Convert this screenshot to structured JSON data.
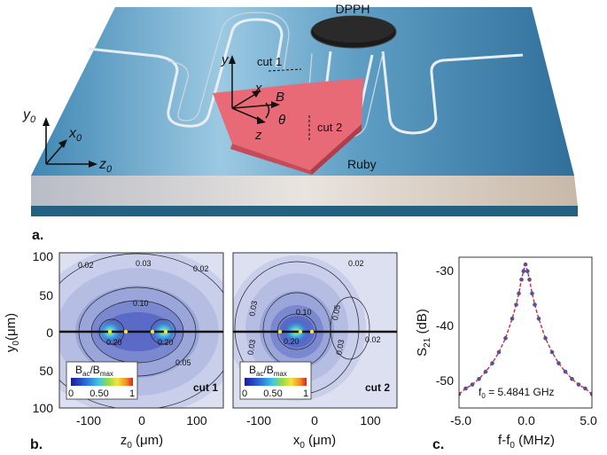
{
  "panel_a": {
    "label": "a.",
    "dpph_label": "DPPH",
    "ruby_label": "Ruby",
    "cut1_label": "cut 1",
    "cut2_label": "cut 2",
    "axis_y0": "y",
    "axis_y0_sub": "0",
    "axis_x0": "x",
    "axis_x0_sub": "0",
    "axis_z0": "z",
    "axis_z0_sub": "0",
    "axis_y": "y",
    "axis_x": "x",
    "axis_z": "z",
    "axis_B": "B",
    "axis_theta": "θ"
  },
  "panel_b": {
    "label": "b.",
    "ylabel_main": "y",
    "ylabel_sub": "0",
    "ylabel_unit": "(μm)",
    "yticks": [
      "100",
      "50",
      "0",
      "50",
      "100"
    ],
    "left": {
      "cut_label": "cut 1",
      "xlabel_main": "z",
      "xlabel_sub": "0",
      "xlabel_unit": "(μm)",
      "xticks": [
        "-100",
        "0",
        "100"
      ],
      "contours": [
        "0.02",
        "0.03",
        "0.02",
        "0.10",
        "0.20",
        "0.20",
        "0.05"
      ]
    },
    "right": {
      "cut_label": "cut 2",
      "xlabel_main": "x",
      "xlabel_sub": "0",
      "xlabel_unit": "(μm)",
      "xticks": [
        "-100",
        "0",
        "100"
      ],
      "contours": [
        "0.02",
        "0.03",
        "0.10",
        "0.05",
        "0.20",
        "0.03",
        "0.02",
        "0.03"
      ]
    },
    "colorbar": {
      "title_main": "B",
      "title_sub1": "ac",
      "title_sep": "/B",
      "title_sub2": "max",
      "tick_min": "0",
      "tick_mid": "0.50",
      "tick_max": "1"
    }
  },
  "panel_c": {
    "label": "c.",
    "ylabel_main": "S",
    "ylabel_sub": "21",
    "ylabel_unit": " (dB)",
    "xlabel": "f-f",
    "xlabel_sub": "0",
    "xlabel_unit": " (MHz)",
    "annotation_main": "f",
    "annotation_sub": "0",
    "annotation_rest": " = 5.4841 GHz",
    "yticks": [
      "-30",
      "-40",
      "-50"
    ],
    "xticks": [
      "-5.0",
      "0.0",
      "5.0"
    ]
  },
  "chart_data": {
    "type": "scatter",
    "title": "",
    "xlabel": "f-f0 (MHz)",
    "ylabel": "S21 (dB)",
    "xlim": [
      -5.0,
      5.0
    ],
    "ylim": [
      -54,
      -27
    ],
    "grid": false,
    "annotation": "f0 = 5.4841 GHz",
    "series": [
      {
        "x": [
          -5.0,
          -4.5,
          -4.0,
          -3.5,
          -3.0,
          -2.5,
          -2.0,
          -1.5,
          -1.0,
          -0.7,
          -0.5,
          -0.3,
          -0.15,
          0.0,
          0.15,
          0.3,
          0.5,
          0.7,
          1.0,
          1.5,
          2.0,
          2.5,
          3.0,
          3.5,
          4.0,
          4.5,
          5.0
        ],
        "y": [
          -51.5,
          -50.5,
          -49.8,
          -48.8,
          -47.5,
          -46.0,
          -44.0,
          -41.5,
          -38.0,
          -35.5,
          -33.5,
          -31.0,
          -29.5,
          -28.3,
          -29.5,
          -31.0,
          -33.5,
          -35.5,
          -38.0,
          -41.5,
          -44.0,
          -46.0,
          -47.5,
          -48.8,
          -49.8,
          -50.5,
          -51.5
        ]
      }
    ],
    "fit_colors": {
      "points": "#2f5fb3",
      "fit": "#d4283a"
    }
  }
}
